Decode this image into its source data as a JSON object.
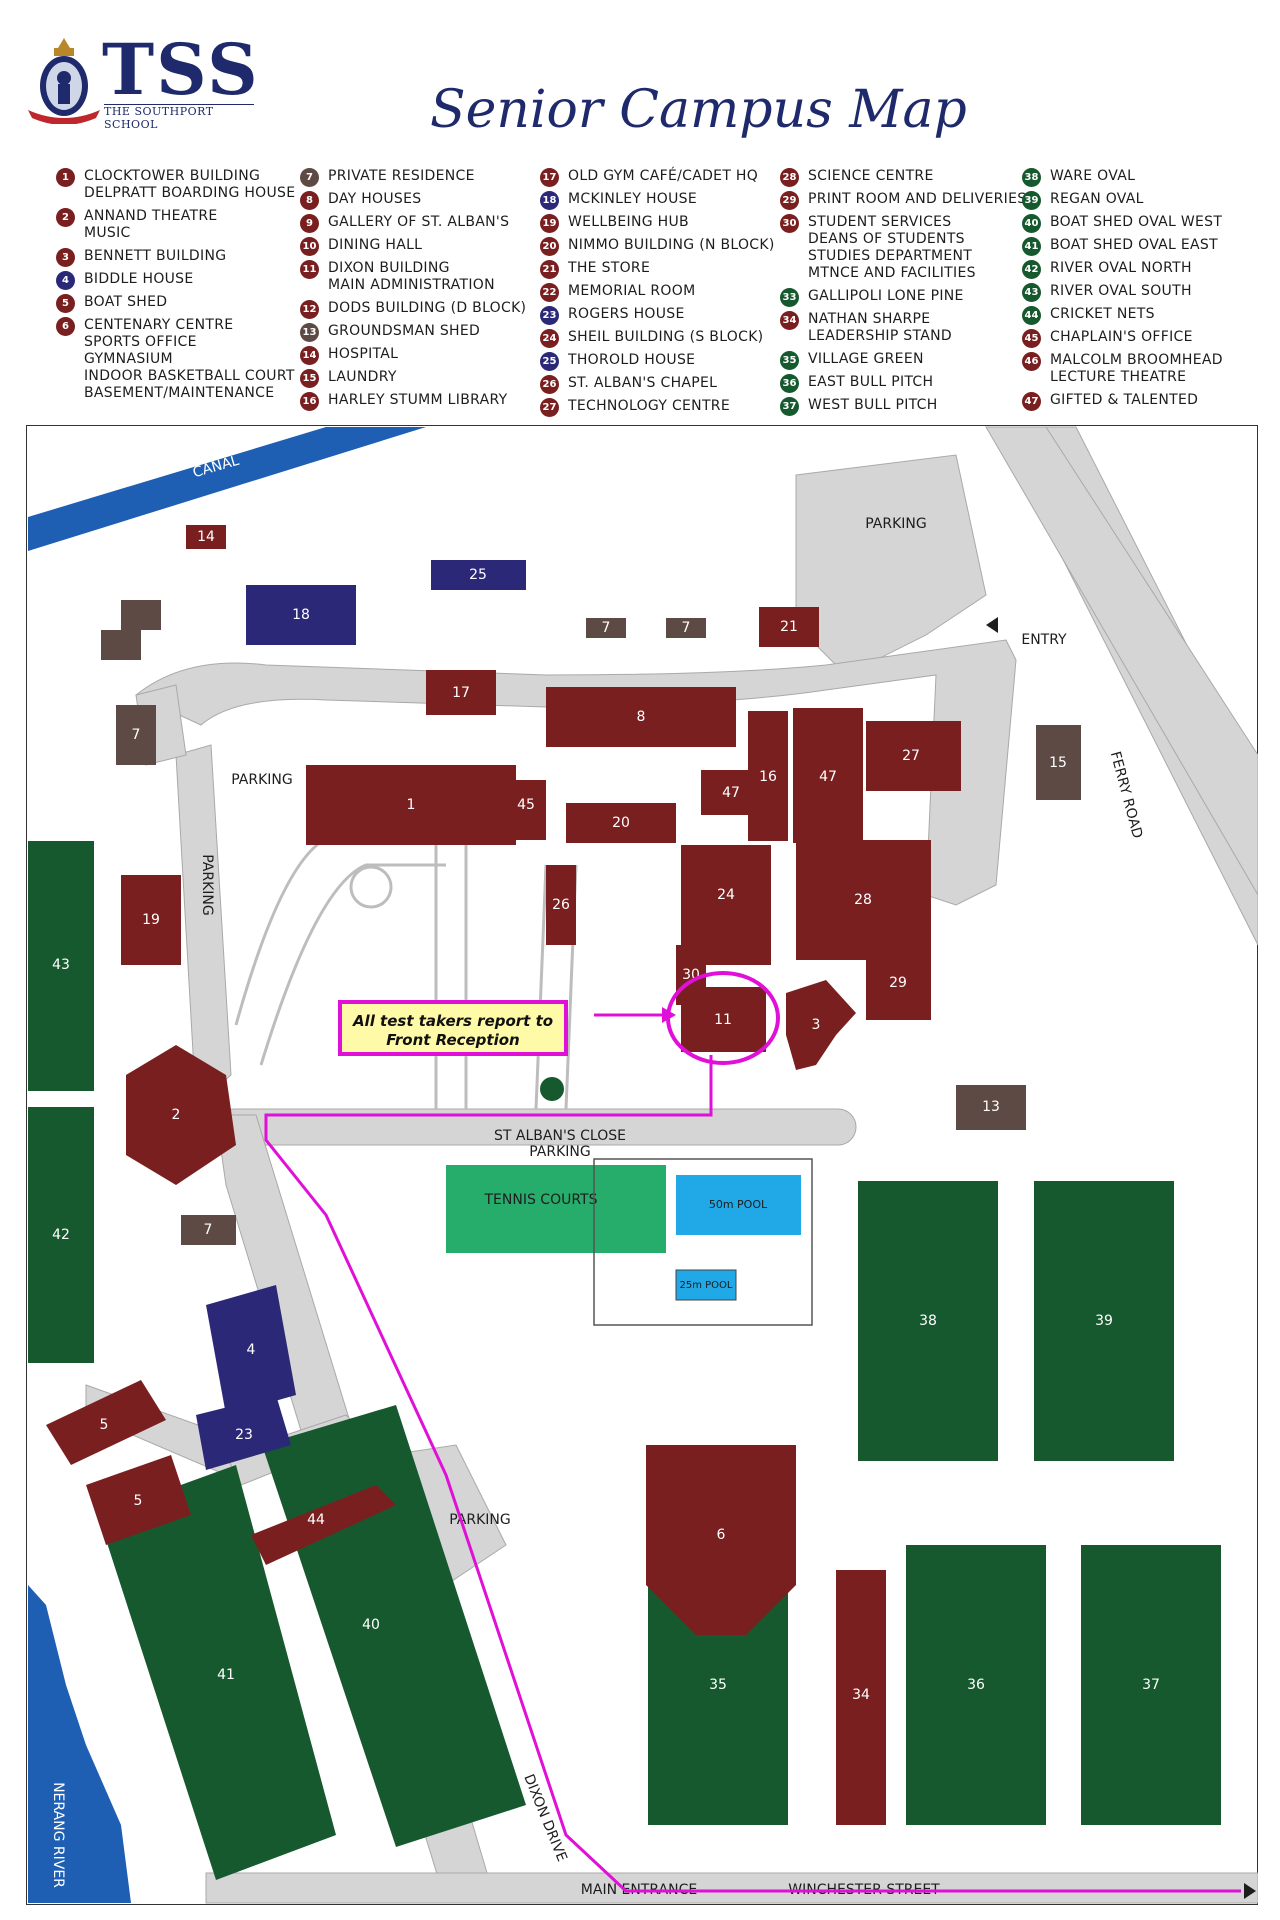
{
  "header": {
    "logo_text": "TSS",
    "logo_subtitle": "THE SOUTHPORT SCHOOL",
    "title": "Senior Campus Map"
  },
  "colors": {
    "maroon": "#7a1f1f",
    "navy": "#2b2878",
    "brown": "#5e4a44",
    "green": "#17592e",
    "roads": "#d5d5d5",
    "water": "#1e5fb4",
    "route": "#e010d8"
  },
  "legend": {
    "columns": [
      [
        {
          "num": "1",
          "color": "maroon",
          "label": "CLOCKTOWER BUILDING\nDELPRATT BOARDING HOUSE"
        },
        {
          "num": "2",
          "color": "maroon",
          "label": "ANNAND THEATRE\nMUSIC"
        },
        {
          "num": "3",
          "color": "maroon",
          "label": "BENNETT BUILDING"
        },
        {
          "num": "4",
          "color": "navy",
          "label": "BIDDLE HOUSE"
        },
        {
          "num": "5",
          "color": "maroon",
          "label": "BOAT SHED"
        },
        {
          "num": "6",
          "color": "maroon",
          "label": "CENTENARY CENTRE\nSPORTS OFFICE\nGYMNASIUM\nINDOOR BASKETBALL COURT\nBASEMENT/MAINTENANCE"
        }
      ],
      [
        {
          "num": "7",
          "color": "brown",
          "label": "PRIVATE RESIDENCE"
        },
        {
          "num": "8",
          "color": "maroon",
          "label": "DAY HOUSES"
        },
        {
          "num": "9",
          "color": "maroon",
          "label": "GALLERY OF ST. ALBAN'S"
        },
        {
          "num": "10",
          "color": "maroon",
          "label": "DINING HALL"
        },
        {
          "num": "11",
          "color": "maroon",
          "label": "DIXON BUILDING\nMAIN ADMINISTRATION"
        },
        {
          "num": "12",
          "color": "maroon",
          "label": "DODS BUILDING (D BLOCK)"
        },
        {
          "num": "13",
          "color": "brown",
          "label": "GROUNDSMAN SHED"
        },
        {
          "num": "14",
          "color": "maroon",
          "label": "HOSPITAL"
        },
        {
          "num": "15",
          "color": "maroon",
          "label": "LAUNDRY"
        },
        {
          "num": "16",
          "color": "maroon",
          "label": "HARLEY STUMM LIBRARY"
        }
      ],
      [
        {
          "num": "17",
          "color": "maroon",
          "label": "OLD GYM CAFÉ/CADET HQ"
        },
        {
          "num": "18",
          "color": "navy",
          "label": "MCKINLEY HOUSE"
        },
        {
          "num": "19",
          "color": "maroon",
          "label": "WELLBEING HUB"
        },
        {
          "num": "20",
          "color": "maroon",
          "label": "NIMMO BUILDING (N BLOCK)"
        },
        {
          "num": "21",
          "color": "maroon",
          "label": "THE STORE"
        },
        {
          "num": "22",
          "color": "maroon",
          "label": "MEMORIAL ROOM"
        },
        {
          "num": "23",
          "color": "navy",
          "label": "ROGERS HOUSE"
        },
        {
          "num": "24",
          "color": "maroon",
          "label": "SHEIL BUILDING (S BLOCK)"
        },
        {
          "num": "25",
          "color": "navy",
          "label": "THOROLD HOUSE"
        },
        {
          "num": "26",
          "color": "maroon",
          "label": "ST. ALBAN'S CHAPEL"
        },
        {
          "num": "27",
          "color": "maroon",
          "label": "TECHNOLOGY CENTRE"
        }
      ],
      [
        {
          "num": "28",
          "color": "maroon",
          "label": "SCIENCE CENTRE"
        },
        {
          "num": "29",
          "color": "maroon",
          "label": "PRINT ROOM AND DELIVERIES"
        },
        {
          "num": "30",
          "color": "maroon",
          "label": "STUDENT SERVICES\nDEANS OF STUDENTS\nSTUDIES DEPARTMENT\nMTNCE AND FACILITIES"
        },
        {
          "num": "33",
          "color": "green",
          "label": "GALLIPOLI LONE PINE"
        },
        {
          "num": "34",
          "color": "maroon",
          "label": "NATHAN SHARPE\nLEADERSHIP STAND"
        },
        {
          "num": "35",
          "color": "green",
          "label": "VILLAGE GREEN"
        },
        {
          "num": "36",
          "color": "green",
          "label": "EAST BULL PITCH"
        },
        {
          "num": "37",
          "color": "green",
          "label": "WEST BULL PITCH"
        }
      ],
      [
        {
          "num": "38",
          "color": "green",
          "label": "WARE OVAL"
        },
        {
          "num": "39",
          "color": "green",
          "label": "REGAN OVAL"
        },
        {
          "num": "40",
          "color": "green",
          "label": "BOAT SHED OVAL WEST"
        },
        {
          "num": "41",
          "color": "green",
          "label": "BOAT SHED OVAL EAST"
        },
        {
          "num": "42",
          "color": "green",
          "label": "RIVER OVAL NORTH"
        },
        {
          "num": "43",
          "color": "green",
          "label": "RIVER OVAL SOUTH"
        },
        {
          "num": "44",
          "color": "green",
          "label": "CRICKET NETS"
        },
        {
          "num": "45",
          "color": "maroon",
          "label": "CHAPLAIN'S OFFICE"
        },
        {
          "num": "46",
          "color": "maroon",
          "label": "MALCOLM BROOMHEAD\nLECTURE THEATRE"
        },
        {
          "num": "47",
          "color": "maroon",
          "label": "GIFTED & TALENTED"
        }
      ]
    ]
  },
  "map": {
    "callout": "All test takers report to\nFront Reception",
    "labels": {
      "canal": "CANAL",
      "parking": "PARKING",
      "entry": "ENTRY",
      "ferry_road": "FERRY ROAD",
      "st_albans_close": "ST ALBAN'S CLOSE",
      "tennis_courts": "TENNIS COURTS",
      "pool_50": "50m POOL",
      "pool_25": "25m POOL",
      "dixon_drive": "DIXON DRIVE",
      "main_entrance": "MAIN ENTRANCE",
      "winchester_street": "WINCHESTER STREET",
      "nerang_river": "NERANG RIVER"
    }
  }
}
